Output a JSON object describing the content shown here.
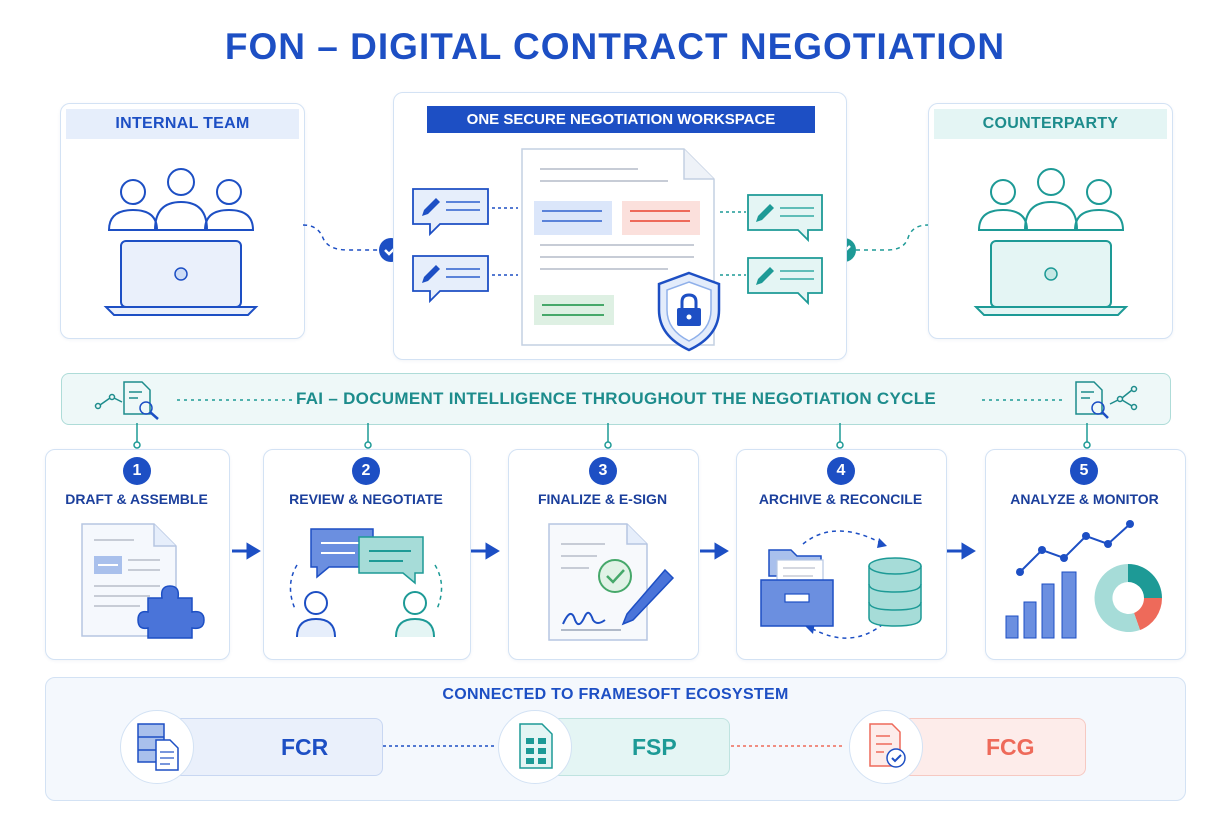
{
  "title": "FON – DIGITAL CONTRACT NEGOTIATION",
  "panels": {
    "internal": "INTERNAL TEAM",
    "workspace": "ONE SECURE NEGOTIATION WORKSPACE",
    "counterparty": "COUNTERPARTY"
  },
  "fai_bar": "FAI – DOCUMENT INTELLIGENCE THROUGHOUT THE NEGOTIATION CYCLE",
  "steps": [
    {
      "num": "1",
      "label": "DRAFT & ASSEMBLE"
    },
    {
      "num": "2",
      "label": "REVIEW & NEGOTIATE"
    },
    {
      "num": "3",
      "label": "FINALIZE & E-SIGN"
    },
    {
      "num": "4",
      "label": "ARCHIVE & RECONCILE"
    },
    {
      "num": "5",
      "label": "ANALYZE & MONITOR"
    }
  ],
  "ecosystem": {
    "title": "CONNECTED TO FRAMESOFT ECOSYSTEM",
    "items": [
      "FCR",
      "FSP",
      "FCG"
    ]
  },
  "colors": {
    "blue": "#1d4fc4",
    "teal": "#1d9a96",
    "red": "#ee6a5a",
    "green": "#46a86a",
    "light_blue": "#e6eefb",
    "light_teal": "#e4f5f4"
  }
}
